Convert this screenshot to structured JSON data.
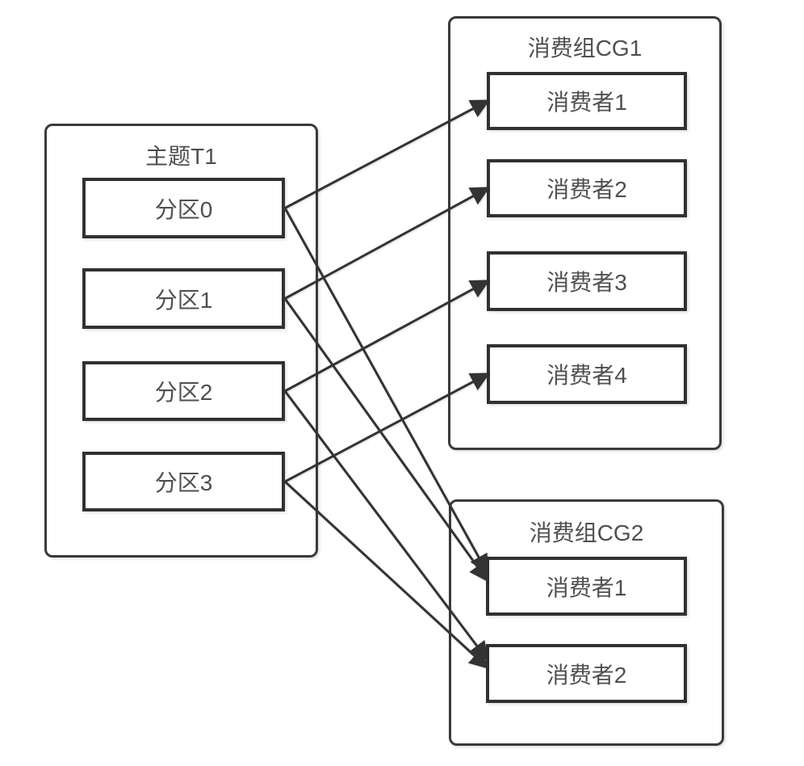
{
  "diagram": {
    "topic": {
      "title": "主题T1",
      "partitions": [
        {
          "id": "p0",
          "label": "分区0"
        },
        {
          "id": "p1",
          "label": "分区1"
        },
        {
          "id": "p2",
          "label": "分区2"
        },
        {
          "id": "p3",
          "label": "分区3"
        }
      ]
    },
    "groups": [
      {
        "id": "cg1",
        "title": "消费组CG1",
        "consumers": [
          {
            "id": "cg1-c1",
            "label": "消费者1"
          },
          {
            "id": "cg1-c2",
            "label": "消费者2"
          },
          {
            "id": "cg1-c3",
            "label": "消费者3"
          },
          {
            "id": "cg1-c4",
            "label": "消费者4"
          }
        ]
      },
      {
        "id": "cg2",
        "title": "消费组CG2",
        "consumers": [
          {
            "id": "cg2-c1",
            "label": "消费者1"
          },
          {
            "id": "cg2-c2",
            "label": "消费者2"
          }
        ]
      }
    ],
    "connections": [
      {
        "from": "p0",
        "to": "cg1-c1"
      },
      {
        "from": "p1",
        "to": "cg1-c2"
      },
      {
        "from": "p2",
        "to": "cg1-c3"
      },
      {
        "from": "p3",
        "to": "cg1-c4"
      },
      {
        "from": "p0",
        "to": "cg2-c1"
      },
      {
        "from": "p1",
        "to": "cg2-c1"
      },
      {
        "from": "p2",
        "to": "cg2-c2"
      },
      {
        "from": "p3",
        "to": "cg2-c2"
      }
    ],
    "colors": {
      "line": "#333333",
      "box_border": "#343434",
      "text": "#4f4f4f",
      "background": "#ffffff"
    }
  }
}
